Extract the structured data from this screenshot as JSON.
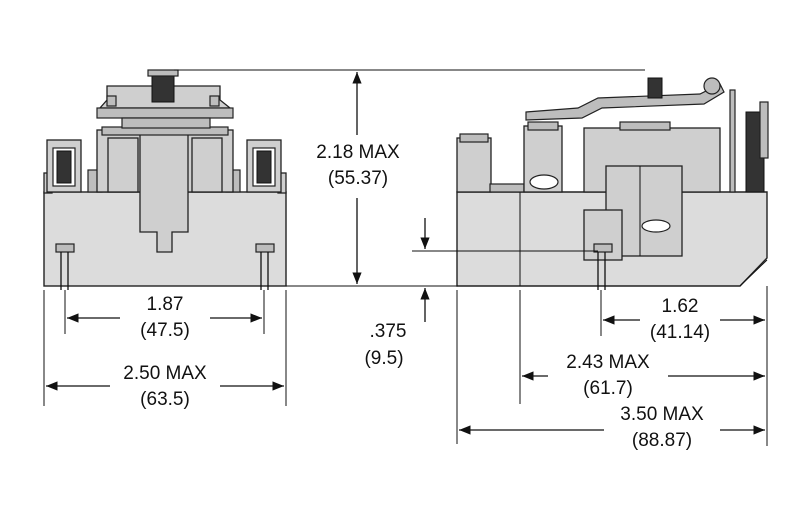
{
  "dimensions": {
    "height": {
      "primary": "2.18 MAX",
      "secondary": "(55.37)"
    },
    "front_pin_spacing": {
      "primary": "1.87",
      "secondary": "(47.5)"
    },
    "front_width": {
      "primary": "2.50 MAX",
      "secondary": "(63.5)"
    },
    "pin_length": {
      "primary": ".375",
      "secondary": "(9.5)"
    },
    "side_pin_offset": {
      "primary": "1.62",
      "secondary": "(41.14)"
    },
    "side_body": {
      "primary": "2.43 MAX",
      "secondary": "(61.7)"
    },
    "side_overall": {
      "primary": "3.50 MAX",
      "secondary": "(88.87)"
    }
  }
}
